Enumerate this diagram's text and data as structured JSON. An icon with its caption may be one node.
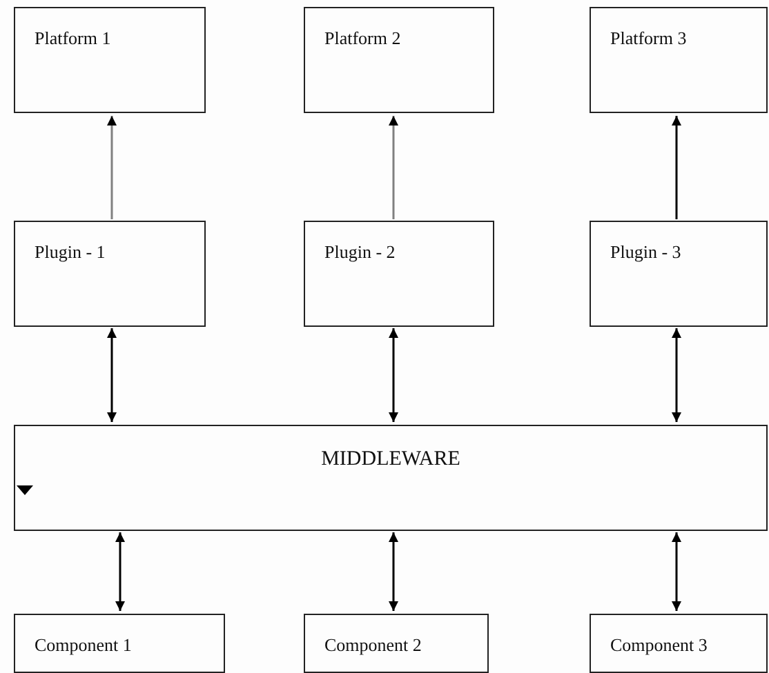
{
  "diagram": {
    "nodes": [
      {
        "text": [
          "Platform 1"
        ]
      },
      {
        "text": [
          "Platform 2"
        ]
      },
      {
        "text": [
          "Platform 3"
        ]
      },
      {
        "text": [
          "Plugin - 1"
        ]
      },
      {
        "text": [
          "Plugin - 2"
        ]
      },
      {
        "text": [
          "Plugin - 3"
        ]
      },
      {
        "text": [
          "MIDDLEWARE"
        ]
      },
      {
        "text": [
          "Component 1"
        ]
      },
      {
        "text": [
          "Component 2"
        ]
      },
      {
        "text": [
          "Component 3"
        ]
      }
    ],
    "edges": [
      {
        "from": 3,
        "to": 0,
        "arrow": "to",
        "color": "#808080"
      },
      {
        "from": 4,
        "to": 1,
        "arrow": "to",
        "color": "#808080"
      },
      {
        "from": 5,
        "to": 2,
        "arrow": "to"
      },
      {
        "from": 3,
        "to": 6,
        "arrow": "both"
      },
      {
        "from": 4,
        "to": 6,
        "arrow": "both"
      },
      {
        "from": 5,
        "to": 6,
        "arrow": "both"
      },
      {
        "from": 6,
        "to": 7,
        "arrow": "both"
      },
      {
        "from": 6,
        "to": 8,
        "arrow": "both"
      },
      {
        "from": 6,
        "to": 9,
        "arrow": "both"
      }
    ]
  }
}
